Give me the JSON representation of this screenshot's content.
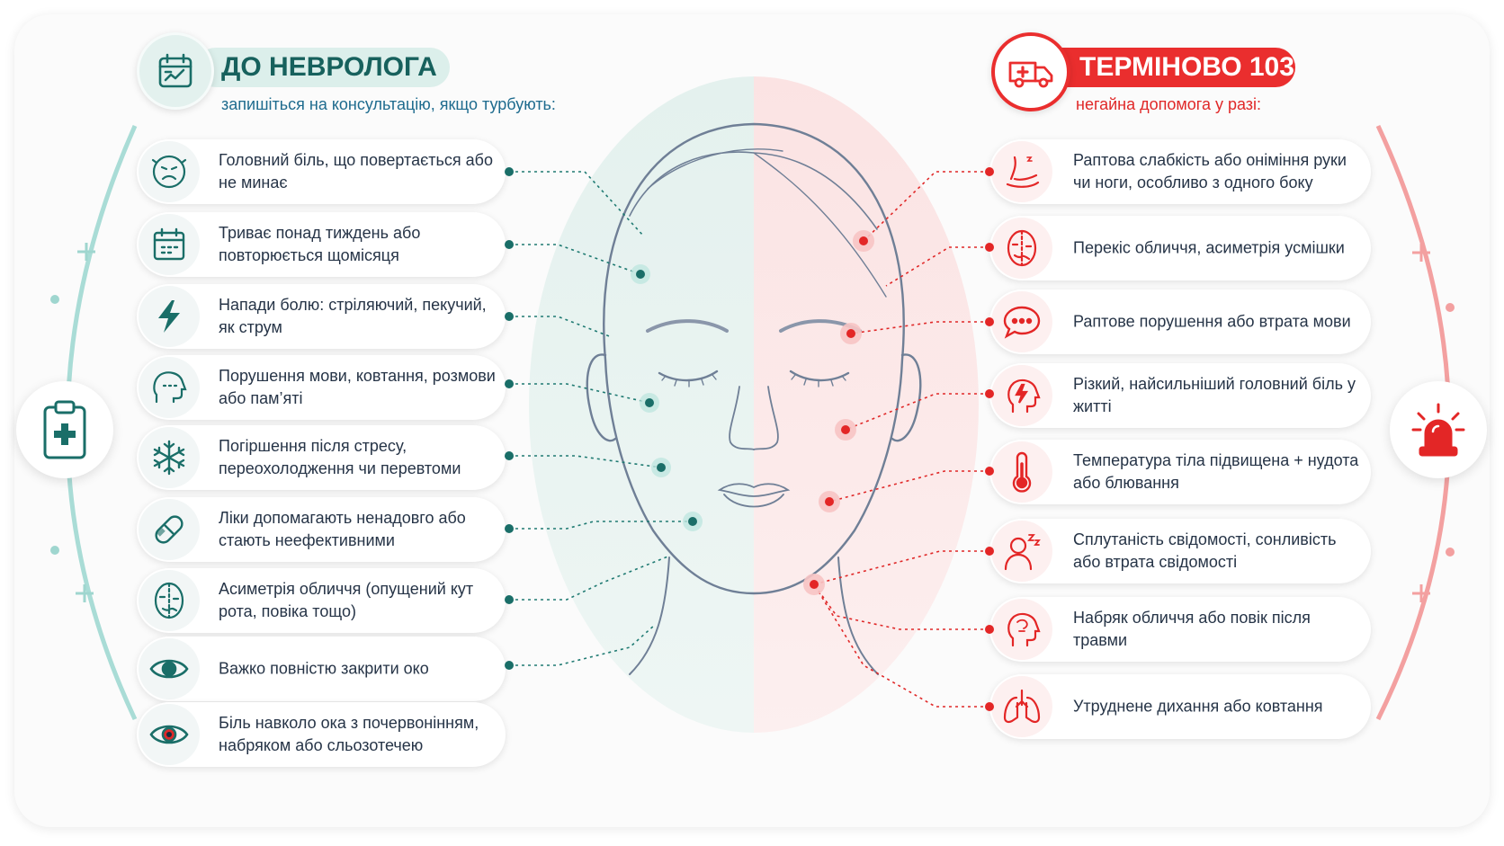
{
  "colors": {
    "teal": "#1a6e68",
    "teal_light": "#dcefeb",
    "red": "#ea2e2e",
    "text": "#263447"
  },
  "left_panel": {
    "badge_icon": "calendar-chart-icon",
    "title": "ДО НЕВРОЛОГА",
    "subtitle": "запишіться на консультацію, якщо турбують:",
    "side_icon": "clipboard-cross-icon",
    "items": [
      {
        "icon": "headache-face-icon",
        "text": "Головний біль, що повертається або не минає"
      },
      {
        "icon": "calendar-icon",
        "text": "Триває понад тиждень або повторюється щомісяця"
      },
      {
        "icon": "lightning-icon",
        "text": "Напади болю: стріляючий, пекучий, як струм"
      },
      {
        "icon": "speech-head-icon",
        "text": "Порушення мови, ковтання, розмови або пам’яті"
      },
      {
        "icon": "snowflake-icon",
        "text": "Погіршення після стресу, переохолодження чи перевтоми"
      },
      {
        "icon": "pill-icon",
        "text": "Ліки допомагають ненадовго або стають неефективними"
      },
      {
        "icon": "face-asymmetry-icon",
        "text": "Асиметрія обличчя (опущений кут рота, повіка тощо)"
      },
      {
        "icon": "eye-icon",
        "text": "Важко повністю закрити око"
      },
      {
        "icon": "red-eye-icon",
        "text": "Біль навколо ока з почервонінням, набряком або сльозотечею"
      }
    ]
  },
  "right_panel": {
    "badge_icon": "ambulance-icon",
    "title": "ТЕРМІНОВО 103",
    "subtitle": "негайна допомога у разі:",
    "side_icon": "siren-icon",
    "items": [
      {
        "icon": "arm-numbness-icon",
        "text": "Раптова слабкість або оніміння руки чи ноги, особливо з одного боку"
      },
      {
        "icon": "face-droop-icon",
        "text": "Перекіс обличчя, асиметрія усмішки"
      },
      {
        "icon": "speech-bubble-icon",
        "text": "Раптове порушення або втрата мови"
      },
      {
        "icon": "head-lightning-icon",
        "text": "Різкий, найсильніший головний біль у житті"
      },
      {
        "icon": "thermometer-icon",
        "text": "Температура тіла підвищена + нудота або блювання"
      },
      {
        "icon": "sleepy-person-icon",
        "text": "Сплутаність свідомості, сонливість або втрата свідомості"
      },
      {
        "icon": "head-injury-icon",
        "text": "Набряк обличчя або повік після травми"
      },
      {
        "icon": "lungs-icon",
        "text": "Утруднене дихання або ковтання"
      }
    ]
  }
}
